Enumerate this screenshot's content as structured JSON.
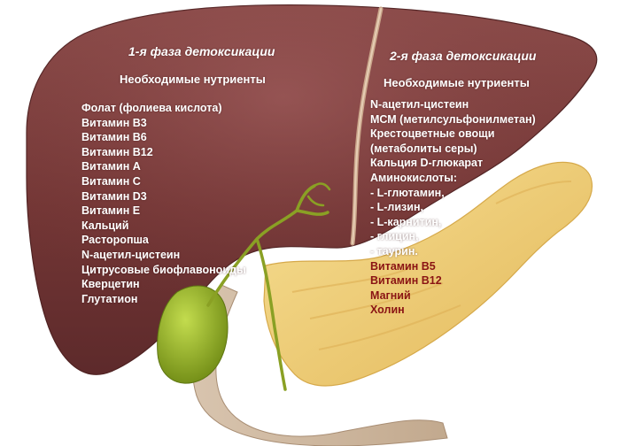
{
  "phase1": {
    "title": "1-я фаза детоксикации",
    "subtitle": "Необходимые нутриенты",
    "items": [
      "Фолат (фолиева кислота)",
      "Витамин В3",
      "Витамин В6",
      "Витамин В12",
      "Витамин А",
      "Витамин С",
      "Витамин D3",
      "Витамин Е",
      "Кальций",
      "Расторопша",
      "N-ацетил-цистеин",
      "Цитрусовые биофлавоноиды",
      "Кверцетин",
      "Глутатион"
    ]
  },
  "phase2": {
    "title": "2-я фаза детоксикации",
    "subtitle": "Необходимые нутриенты",
    "items": [
      "N-ацетил-цистеин",
      "МСМ (метилсульфонилметан)",
      "Крестоцветные овощи",
      "(метаболиты серы)",
      "Кальция D-глюкарат",
      "Аминокислоты:",
      "- L-глютамин,",
      "- L-лизин,",
      "- L-карнитин,",
      "- глицин,",
      "- таурин."
    ],
    "highlight_items": [
      "Витамин В5",
      "Витамин В12",
      "Магний",
      "Холин"
    ]
  },
  "colors": {
    "liver": "#7a3b3b",
    "text": "#ffffff",
    "highlight_text": "#8a1414",
    "pancreas": "#f2d07a",
    "gallbladder": "#8fb024"
  }
}
